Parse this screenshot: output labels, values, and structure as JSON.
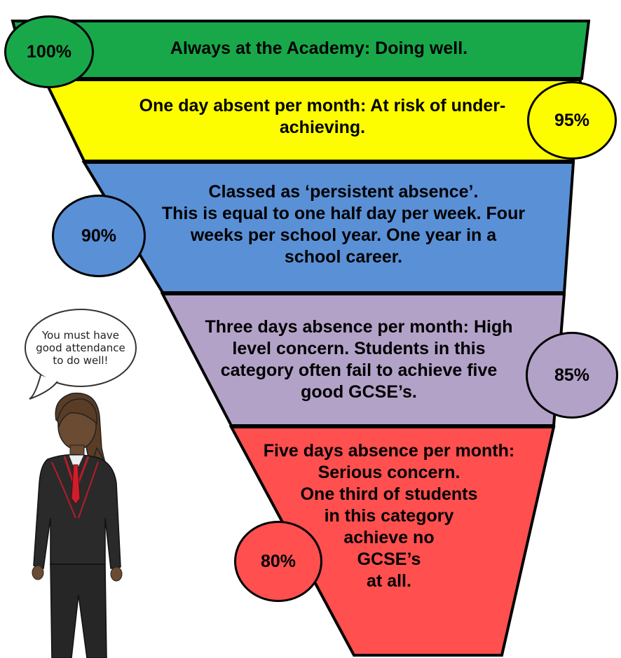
{
  "colors": {
    "green": "#18a84a",
    "yellow": "#fdfd00",
    "blue": "#5a90d6",
    "purple": "#b3a2c8",
    "red": "#ff4f4f",
    "outline": "#000000"
  },
  "levels": [
    {
      "percent": "100%",
      "label": "Always at the Academy: Doing well.",
      "color": "#18a84a"
    },
    {
      "percent": "95%",
      "label": "One day absent per month: At risk of under-\nachieving.",
      "color": "#fdfd00"
    },
    {
      "percent": "90%",
      "label": "Classed as ‘persistent absence’.\nThis is equal to one half day per week. Four\nweeks per school year. One year in a\nschool career.",
      "color": "#5a90d6"
    },
    {
      "percent": "85%",
      "label": "Three days absence per month: High\nlevel concern. Students in this\ncategory often fail to achieve five\ngood GCSE’s.",
      "color": "#b3a2c8"
    },
    {
      "percent": "80%",
      "label": "Five days absence per month:\nSerious concern.\nOne third of students\nin this category\nachieve no\nGCSE’s\nat all.",
      "color": "#ff4f4f"
    }
  ],
  "speech_bubble": {
    "text": "You must have\ngood attendance\nto do well!"
  }
}
